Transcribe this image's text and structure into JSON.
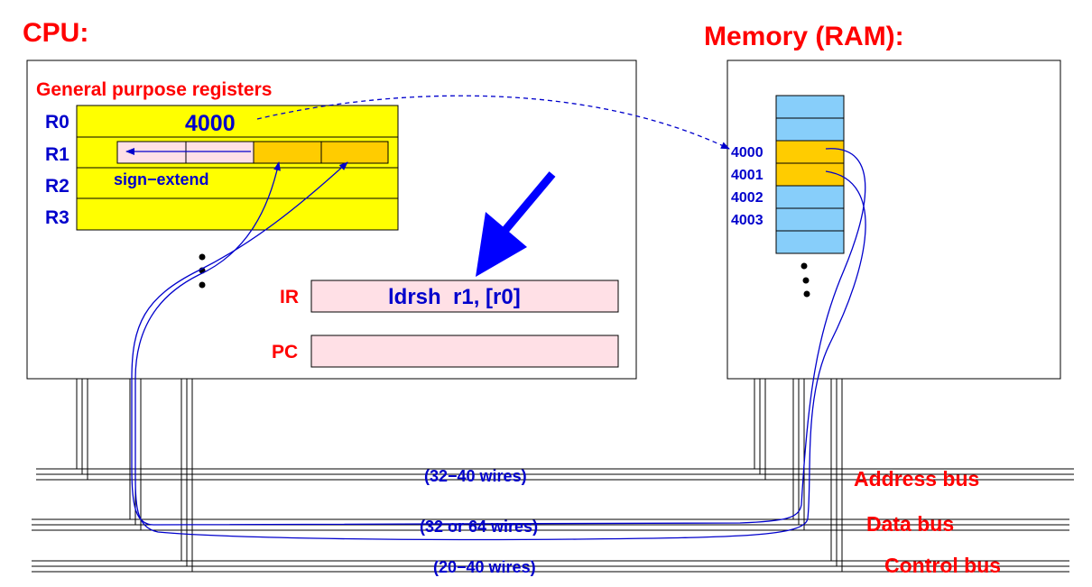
{
  "cpu": {
    "title": "CPU:",
    "registers_title": "General purpose registers",
    "registers": [
      {
        "name": "R0",
        "value": "4000"
      },
      {
        "name": "R1",
        "value": ""
      },
      {
        "name": "R2",
        "value": ""
      },
      {
        "name": "R3",
        "value": ""
      }
    ],
    "sign_extend_label": "sign−extend",
    "ir": {
      "name": "IR",
      "value": "ldrsh  r1, [r0]"
    },
    "pc": {
      "name": "PC",
      "value": ""
    }
  },
  "memory": {
    "title": "Memory (RAM):",
    "addresses": [
      "4000",
      "4001",
      "4002",
      "4003"
    ]
  },
  "buses": [
    {
      "name": "Address bus",
      "wires": "(32−40 wires)"
    },
    {
      "name": "Data bus",
      "wires": "(32 or 64 wires)"
    },
    {
      "name": "Control bus",
      "wires": "(20−40 wires)"
    }
  ],
  "colors": {
    "title_red": "#ff0000",
    "text_blue": "#0000cc",
    "register_yellow": "#ffff00",
    "byte_orange": "#ffcc00",
    "memory_cell_blue": "#87cefa",
    "ir_pink": "#ffe0e6",
    "arrow_blue": "#0000ff"
  }
}
